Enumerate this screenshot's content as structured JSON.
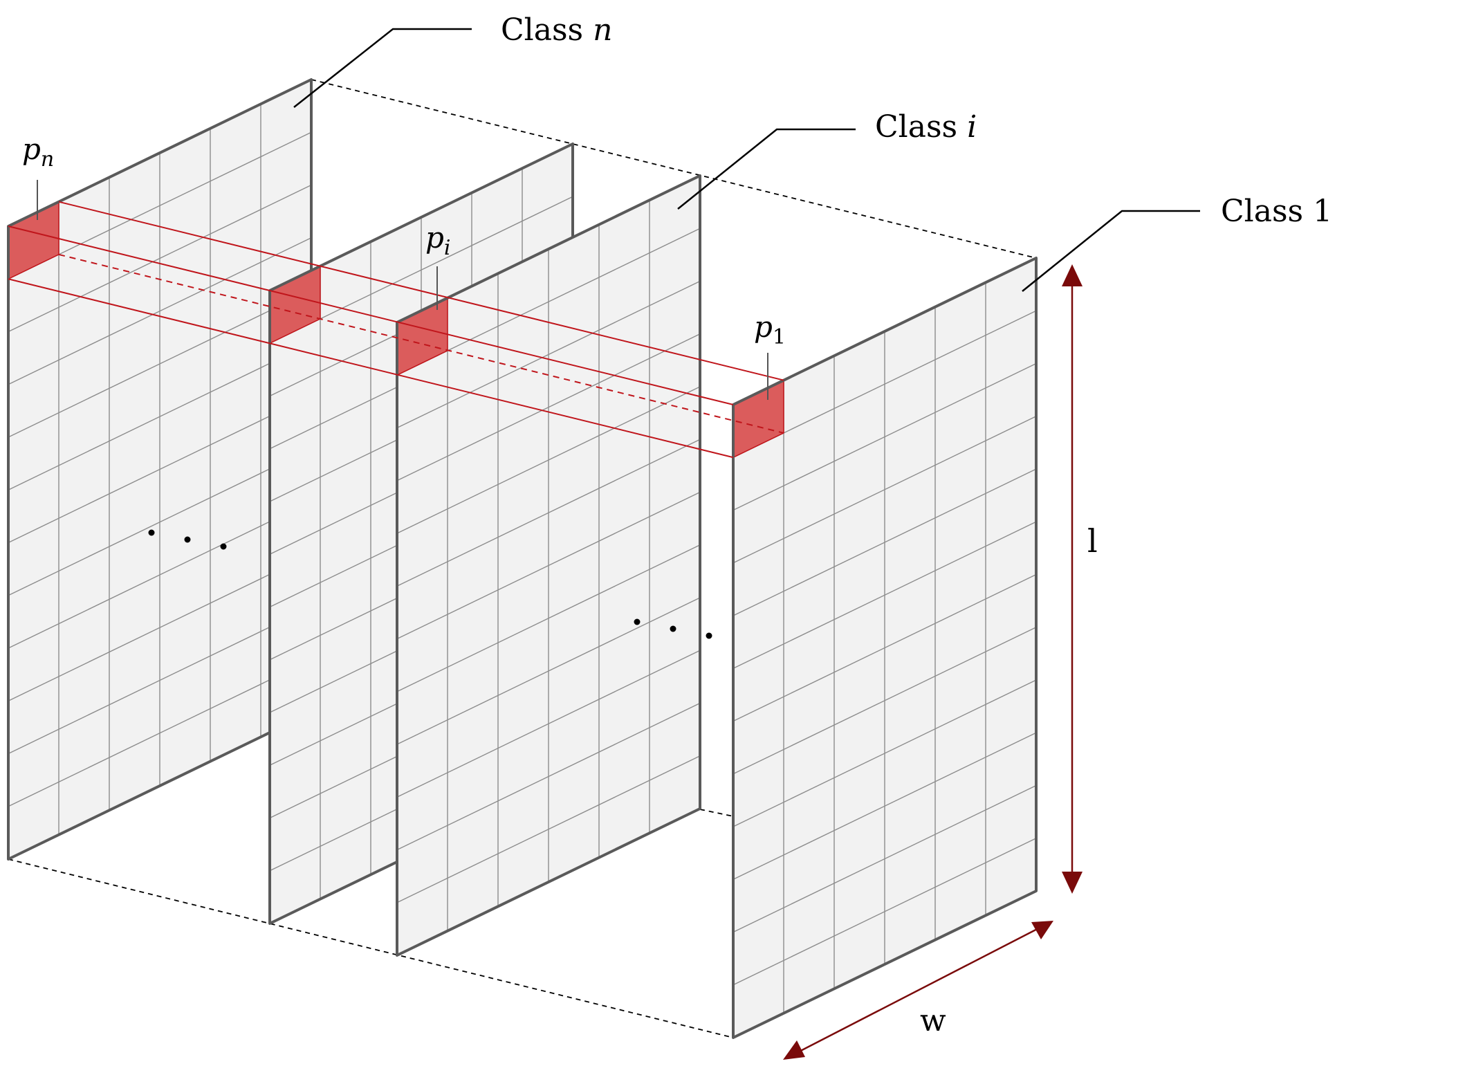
{
  "labels": {
    "class_n_prefix": "Class ",
    "class_n_var": "n",
    "class_i_prefix": "Class ",
    "class_i_var": "i",
    "class_1": "Class 1",
    "p_n_base": "p",
    "p_n_sub": "n",
    "p_i_base": "p",
    "p_i_sub": "i",
    "p_1_base": "p",
    "p_1_sub": "1",
    "length": "l",
    "width": "w",
    "ellipsis_left": "· · ·",
    "ellipsis_right": "· · ·"
  },
  "colors": {
    "panel_fill": "#f2f2f2",
    "panel_border": "#5a5a5a",
    "grid_line": "#8c8c8c",
    "highlight_fill": "#d84b4b",
    "highlight_line": "#c0151b",
    "dimension_arrow": "#7a0a0a",
    "callout_line": "#000000",
    "dashed_outline": "#000000"
  },
  "grid": {
    "columns": 6,
    "rows": 12
  }
}
